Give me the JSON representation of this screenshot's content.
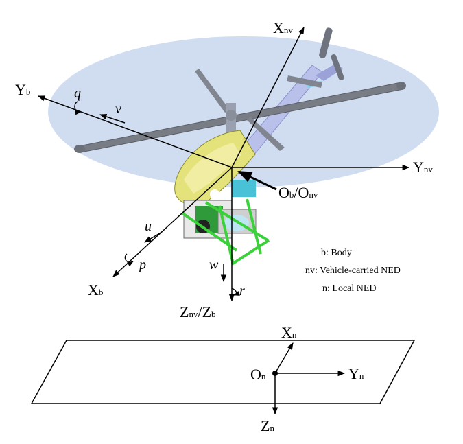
{
  "axes": {
    "x_nv": {
      "main": "X",
      "sub": "nv"
    },
    "y_nv": {
      "main": "Y",
      "sub": "nv"
    },
    "y_b": {
      "main": "Y",
      "sub": "b"
    },
    "x_b": {
      "main": "X",
      "sub": "b"
    },
    "origin_bnv": {
      "main1": "O",
      "sub1": "b",
      "slash": "/",
      "main2": "O",
      "sub2": "nv"
    },
    "z_nv_b": {
      "main1": "Z",
      "sub1": "nv",
      "slash": "/",
      "main2": "Z",
      "sub2": "b"
    },
    "x_n": {
      "main": "X",
      "sub": "n"
    },
    "y_n": {
      "main": "Y",
      "sub": "n"
    },
    "z_n": {
      "main": "Z",
      "sub": "n"
    },
    "origin_n": {
      "main": "O",
      "sub": "n"
    }
  },
  "rates": {
    "q": "q",
    "v": "v",
    "u": "u",
    "p": "p",
    "w": "w",
    "r": "r"
  },
  "legend": {
    "b": "b: Body",
    "nv": "nv: Vehicle-carried NED",
    "n": "n: Local NED"
  },
  "colors": {
    "rotor_disk": "#c7d6ee",
    "canopy": "#e3e27a",
    "skid": "#3bd13b",
    "blade": "#7a7d86"
  }
}
